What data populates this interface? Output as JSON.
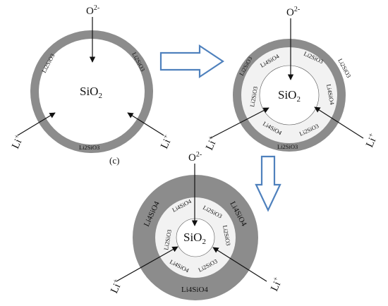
{
  "diagram": {
    "panel_a": {
      "core": "SiO",
      "core_sub": "2",
      "oxygen_ion": "O",
      "oxygen_charge": "2-",
      "li_ion": "Li",
      "li_charge": "+",
      "shell": {
        "left": "Li2SiO3",
        "right": "Li2SiO3",
        "bottom": "Li2SiO3"
      },
      "label": "(c)"
    },
    "panel_b": {
      "core": "SiO",
      "core_sub": "2",
      "oxygen_ion": "O",
      "oxygen_charge": "2-",
      "li_ion": "Li",
      "li_charge": "+",
      "outer_shell": {
        "left": "Li2SiO3",
        "right": "Li2SiO3",
        "bottom": "Li2SiO3"
      },
      "inner_shell": {
        "top_left": "Li4SiO4",
        "top_right": "Li2SiO3",
        "left": "Li2SiO3",
        "right": "Li4SiO4",
        "bottom_left": "Li4SiO4",
        "bottom_right": "Li2SiO3"
      }
    },
    "panel_c": {
      "core": "SiO",
      "core_sub": "2",
      "oxygen_ion": "O",
      "oxygen_charge": "2-",
      "li_ion": "Li",
      "li_charge": "+",
      "outer_shell": {
        "left": "Li4SiO4",
        "right": "Li4SiO4",
        "bottom": "Li4SiO4"
      },
      "inner_shell": {
        "top_left": "Li4SiO4",
        "top_right": "Li2SiO3",
        "left": "Li2SiO3",
        "right": "Li2SiO3",
        "bottom_left": "Li4SiO4",
        "bottom_right": "Li2SiO3"
      }
    },
    "colors": {
      "outer_shell": "#8c8c8c",
      "inner_shell": "#f2f2f2",
      "core": "#ffffff",
      "arrow_outline": "#4f81bd"
    }
  }
}
